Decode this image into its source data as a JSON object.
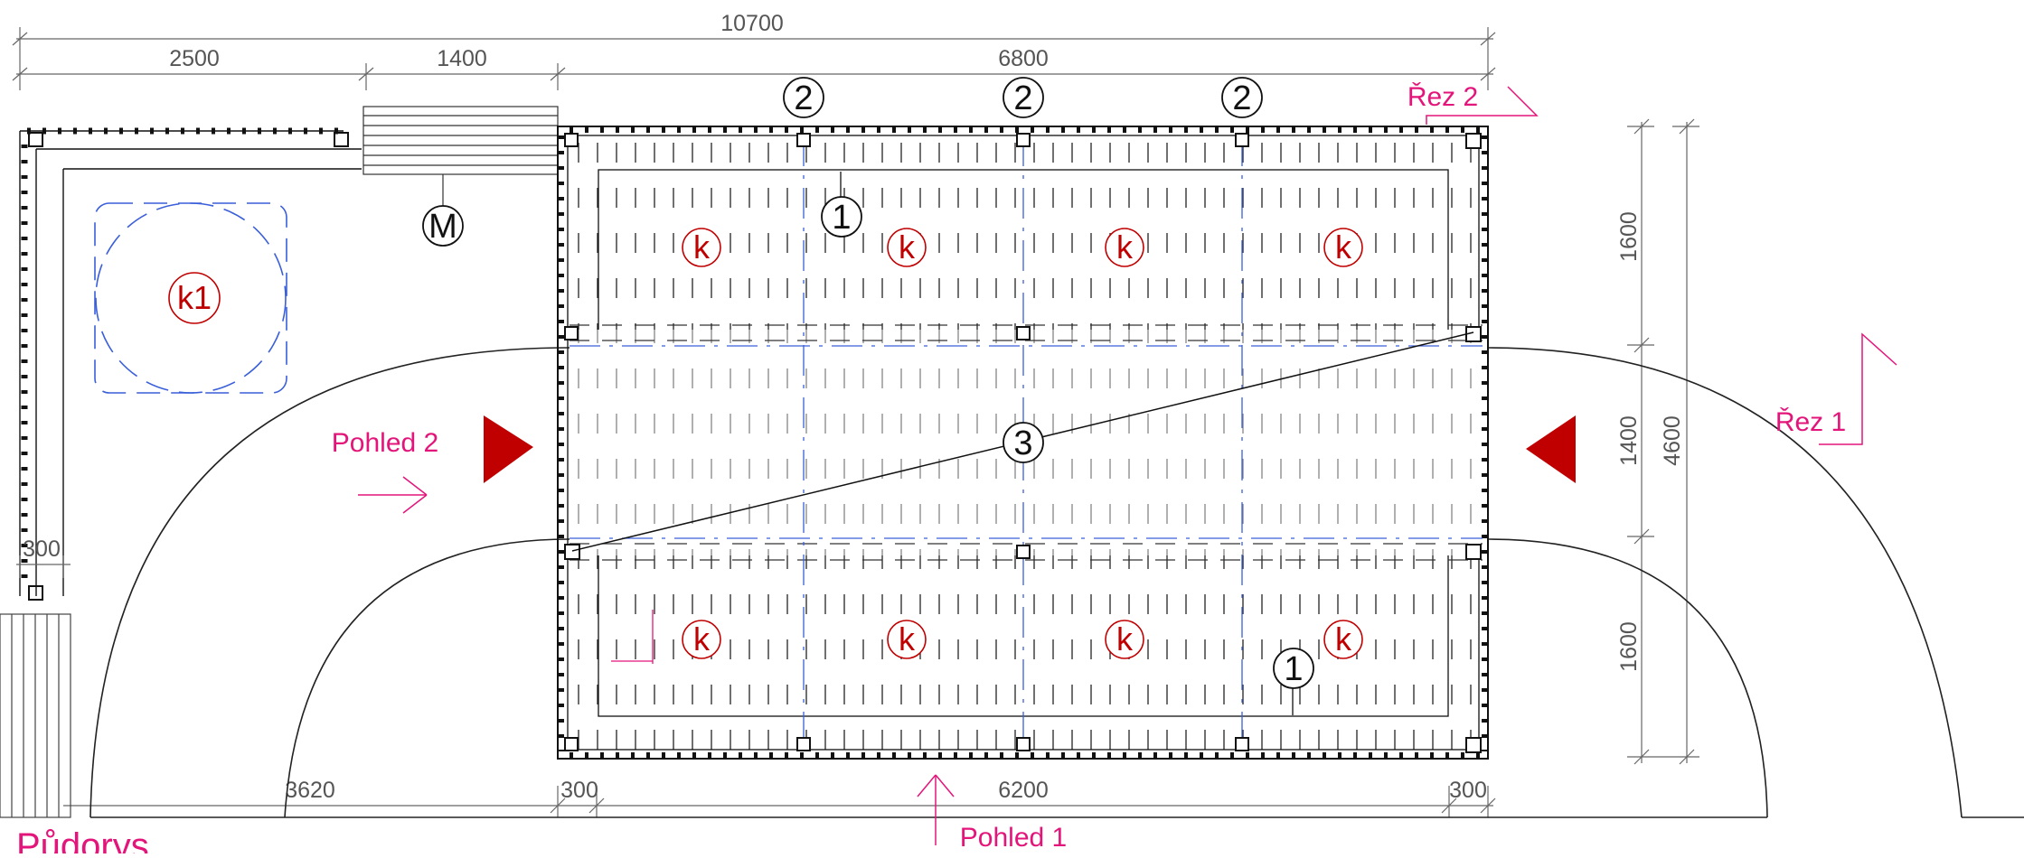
{
  "drawing": {
    "title": "Půdorys",
    "dimensions": {
      "overall": "10700",
      "left": "2500",
      "middle": "1400",
      "right": "6800",
      "side_total": "4600",
      "side_top": "1600",
      "side_middle": "1400",
      "side_bottom": "1600",
      "post": "300",
      "bottom_left": "3620",
      "bottom_post_left": "300",
      "bottom_inner": "6200",
      "bottom_post_right": "300"
    },
    "section_labels": {
      "rez1": "Řez 1",
      "rez2": "Řez 2"
    },
    "view_labels": {
      "pohled1": "Pohled 1",
      "pohled2": "Pohled 2"
    },
    "markers": {
      "two": "2",
      "one": "1",
      "three": "3",
      "m": "M",
      "k": "k",
      "k1": "k1"
    },
    "colors": {
      "annotation": "#e4157a",
      "marker_red": "#c00000",
      "plant_blue": "#3a5fd9",
      "line": "#111111",
      "dimension": "#555555"
    }
  }
}
